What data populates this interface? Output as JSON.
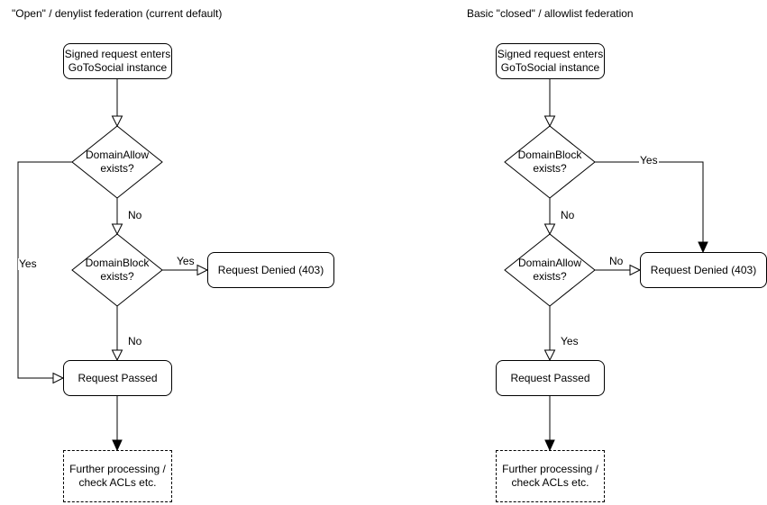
{
  "canvas": {
    "background": "#ffffff",
    "stroke_color": "#000000",
    "text_color": "#000000"
  },
  "left_chart": {
    "title": "\"Open\" / denylist federation (current default)",
    "nodes": {
      "start": "Signed request enters\nGoToSocial instance",
      "decision1": "DomainAllow\nexists?",
      "decision2": "DomainBlock\nexists?",
      "denied": "Request Denied (403)",
      "passed": "Request Passed",
      "further": "Further processing /\ncheck ACLs etc."
    },
    "edge_labels": {
      "decision1_yes": "Yes",
      "decision1_no": "No",
      "decision2_yes": "Yes",
      "decision2_no": "No"
    }
  },
  "right_chart": {
    "title": "Basic \"closed\" / allowlist federation",
    "nodes": {
      "start": "Signed request enters\nGoToSocial instance",
      "decision1": "DomainBlock\nexists?",
      "decision2": "DomainAllow\nexists?",
      "denied": "Request Denied (403)",
      "passed": "Request Passed",
      "further": "Further processing /\ncheck ACLs etc."
    },
    "edge_labels": {
      "decision1_yes": "Yes",
      "decision1_no": "No",
      "decision2_no": "No",
      "decision2_yes": "Yes"
    }
  }
}
